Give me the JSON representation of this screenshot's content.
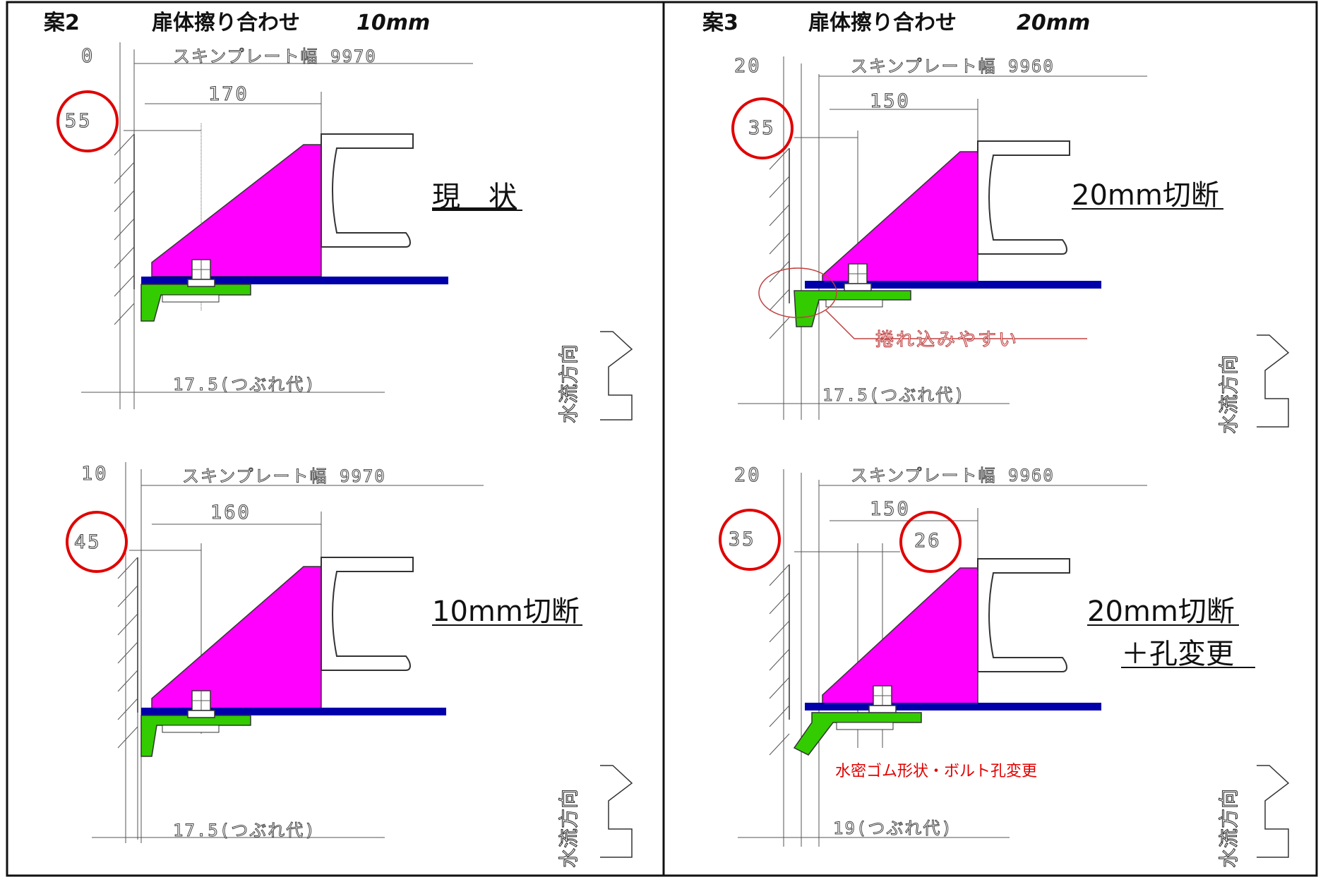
{
  "case2": {
    "title_num": "案2",
    "title_desc": "扉体擦り合わせ",
    "title_mm": "10mm",
    "top": {
      "gap": "0",
      "skin_plate": "スキンプレート幅 9970",
      "dim_a": "170",
      "dim_b": "55",
      "crush": "17.5(つぶれ代)",
      "label": "現　状"
    },
    "bottom": {
      "gap": "10",
      "skin_plate": "スキンプレート幅 9970",
      "dim_a": "160",
      "dim_b": "45",
      "crush": "17.5(つぶれ代)",
      "label": "10mm切断"
    }
  },
  "case3": {
    "title_num": "案3",
    "title_desc": "扉体擦り合わせ",
    "title_mm": "20mm",
    "top": {
      "gap": "20",
      "skin_plate": "スキンプレート幅 9960",
      "dim_a": "150",
      "dim_b": "35",
      "crush": "17.5(つぶれ代)",
      "label": "20mm切断",
      "note": "捲れ込みやすい"
    },
    "bottom": {
      "gap": "20",
      "skin_plate": "スキンプレート幅 9960",
      "dim_a": "150",
      "dim_b": "35",
      "dim_c": "26",
      "crush": "19(つぶれ代)",
      "label_line1": "20mm切断",
      "label_line2": "＋孔変更",
      "note": "水密ゴム形状・ボルト孔変更"
    }
  },
  "flow_label": "水流方向",
  "colors": {
    "gusset": "#ff00ff",
    "plate": "#0000aa",
    "rubber": "#33cc00",
    "highlight": "#e00000"
  }
}
